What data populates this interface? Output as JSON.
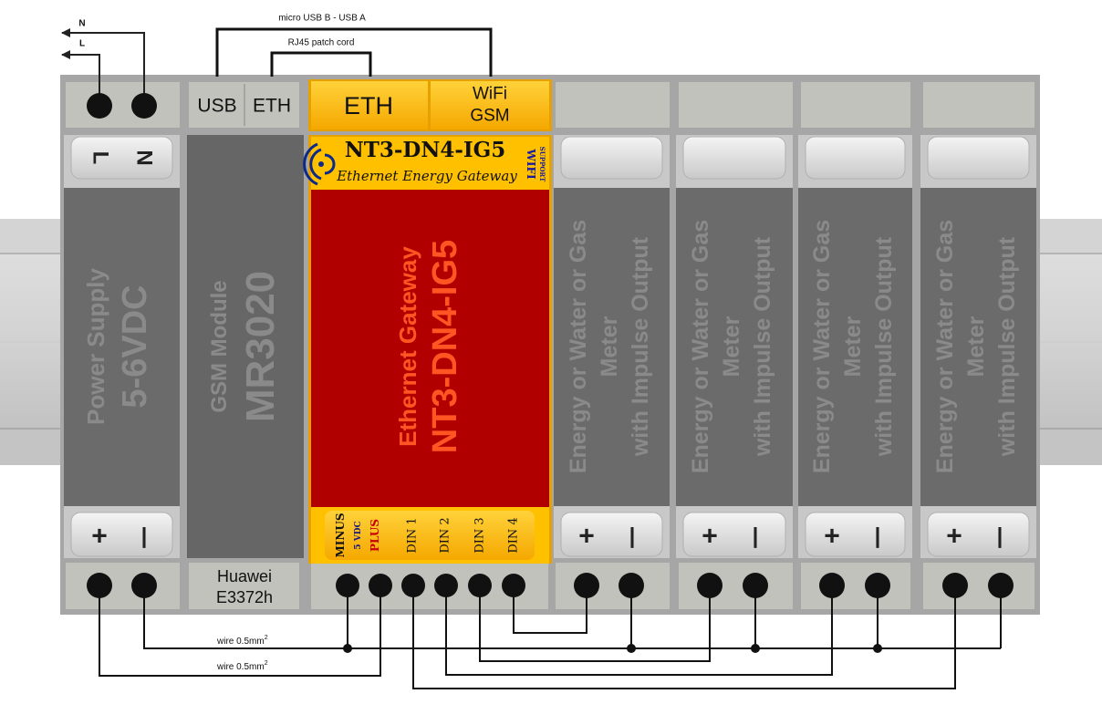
{
  "mains": {
    "n_label": "N",
    "l_label": "L"
  },
  "cables": {
    "usb_cable": "micro USB B - USB A",
    "rj45_cable": "RJ45 patch cord"
  },
  "wire_labels": {
    "upper": "wire 0.5mm",
    "lower": "wire 0.5mm",
    "superscript": "2"
  },
  "power_supply": {
    "terminal_l": "L",
    "terminal_n": "N",
    "title": "Power Supply",
    "rating": "5-6VDC",
    "plus": "+",
    "minus": "|"
  },
  "gsm_module": {
    "port_usb": "USB",
    "port_eth": "ETH",
    "title": "GSM Module",
    "model": "MR3020",
    "modem_brand": "Huawei",
    "modem_model": "E3372h"
  },
  "gateway": {
    "port_eth": "ETH",
    "port_wifi": "WiFi",
    "port_gsm": "GSM",
    "logo_title": "NT3-DN4-IG5",
    "logo_subtitle": "Ethernet Energy Gateway",
    "wifi_badge": "WIFI",
    "support_badge": "SUPPORT",
    "title": "Ethernet Gateway",
    "model": "NT3-DN4-IG5",
    "terminal_minus": "MINUS",
    "terminal_5vdc": "5 VDC",
    "terminal_plus": "PLUS",
    "din1": "DIN 1",
    "din2": "DIN 2",
    "din3": "DIN 3",
    "din4": "DIN 4"
  },
  "meters": [
    {
      "line1": "Energy or Water or Gas",
      "line2": "Meter",
      "line3": "with Impulse Output",
      "plus": "+",
      "minus": "|"
    },
    {
      "line1": "Energy or Water or Gas",
      "line2": "Meter",
      "line3": "with Impulse Output",
      "plus": "+",
      "minus": "|"
    },
    {
      "line1": "Energy or Water or Gas",
      "line2": "Meter",
      "line3": "with Impulse Output",
      "plus": "+",
      "minus": "|"
    },
    {
      "line1": "Energy or Water or Gas",
      "line2": "Meter",
      "line3": "with Impulse Output",
      "plus": "+",
      "minus": "|"
    }
  ],
  "colors": {
    "housing": "#a6a6a6",
    "module_body": "#6b6b6b",
    "module_dark": "#5f5f5f",
    "terminal_strip": "#c2c2bc",
    "label_text": "#8a8a8a",
    "gateway_red": "#b10000",
    "gateway_yellow": "#ffc000",
    "gateway_text": "#ff5522",
    "wire": "#111111"
  }
}
